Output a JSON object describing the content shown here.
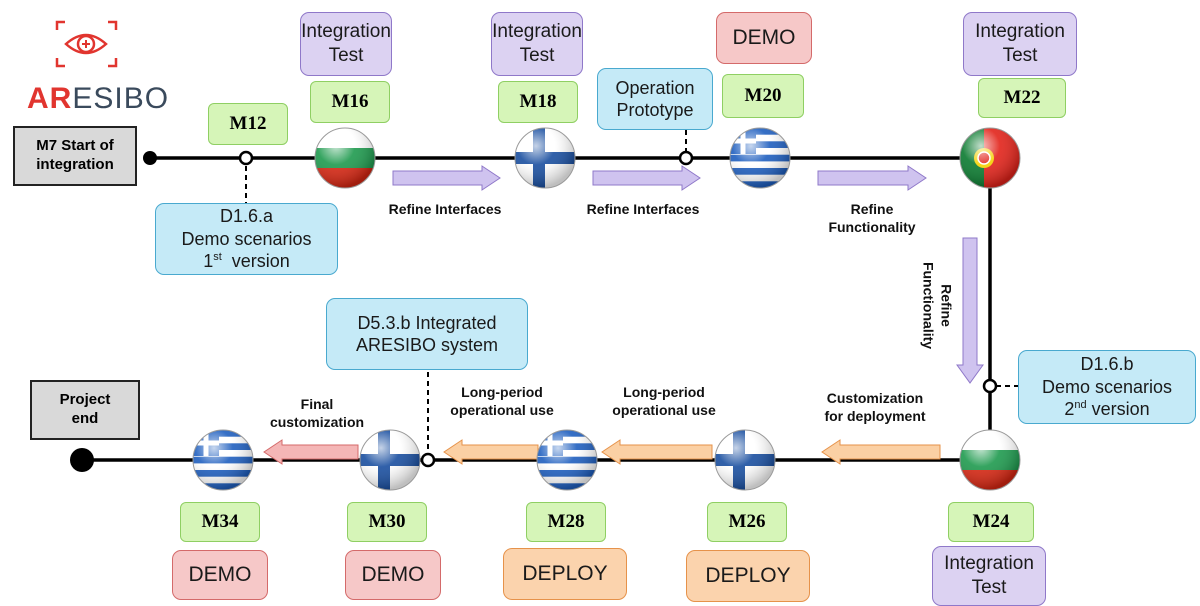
{
  "logo": {
    "name": "ARESIBO",
    "part_a": "AR",
    "part_b": "ESIBO"
  },
  "start": {
    "line1": "M7 Start of",
    "line2": "integration"
  },
  "end": {
    "line1": "Project",
    "line2": "end"
  },
  "milestones": {
    "m12": "M12",
    "m16": "M16",
    "m18": "M18",
    "m20": "M20",
    "m22": "M22",
    "m24": "M24",
    "m26": "M26",
    "m28": "M28",
    "m30": "M30",
    "m34": "M34"
  },
  "integration_test": {
    "line1": "Integration",
    "line2": "Test"
  },
  "demo_label": "DEMO",
  "deploy_label": "DEPLOY",
  "operation_prototype": {
    "line1": "Operation",
    "line2": "Prototype"
  },
  "deliverables": {
    "d16a": {
      "line1": "D1.6.a",
      "line2": "Demo scenarios",
      "line3_pre": "1",
      "line3_sup": "st",
      "line3_post": "  version"
    },
    "d53b": {
      "line1": "D5.3.b Integrated",
      "line2": "ARESIBO system"
    },
    "d16b": {
      "line1": "D1.6.b",
      "line2": "Demo scenarios",
      "line3_pre": "2",
      "line3_sup": "nd",
      "line3_post": " version"
    }
  },
  "arrow_labels": {
    "refine_interfaces": "Refine Interfaces",
    "refine_functionality_1": "Refine",
    "refine_functionality_2": "Functionality",
    "customization_1": "Customization",
    "customization_2": "for deployment",
    "long_period_1": "Long-period",
    "long_period_2": "operational use",
    "final_1": "Final",
    "final_2": "customization"
  },
  "flags": {
    "m16": "bulgaria",
    "m18": "finland",
    "m20": "greece",
    "m22": "portugal",
    "m24": "bulgaria",
    "m26": "finland",
    "m28": "greece",
    "m30": "finland",
    "m34": "greece"
  },
  "colors": {
    "milestone_fill": "#d6f5b8",
    "integration_fill": "#dcd2f2",
    "demo_fill": "#f6c8c8",
    "deploy_fill": "#fbd3ad",
    "deliverable_fill": "#c5eaf7",
    "purple_arrow": "#cfc3ef",
    "orange_arrow": "#fbd0a4",
    "red_arrow": "#f4b6b6"
  }
}
